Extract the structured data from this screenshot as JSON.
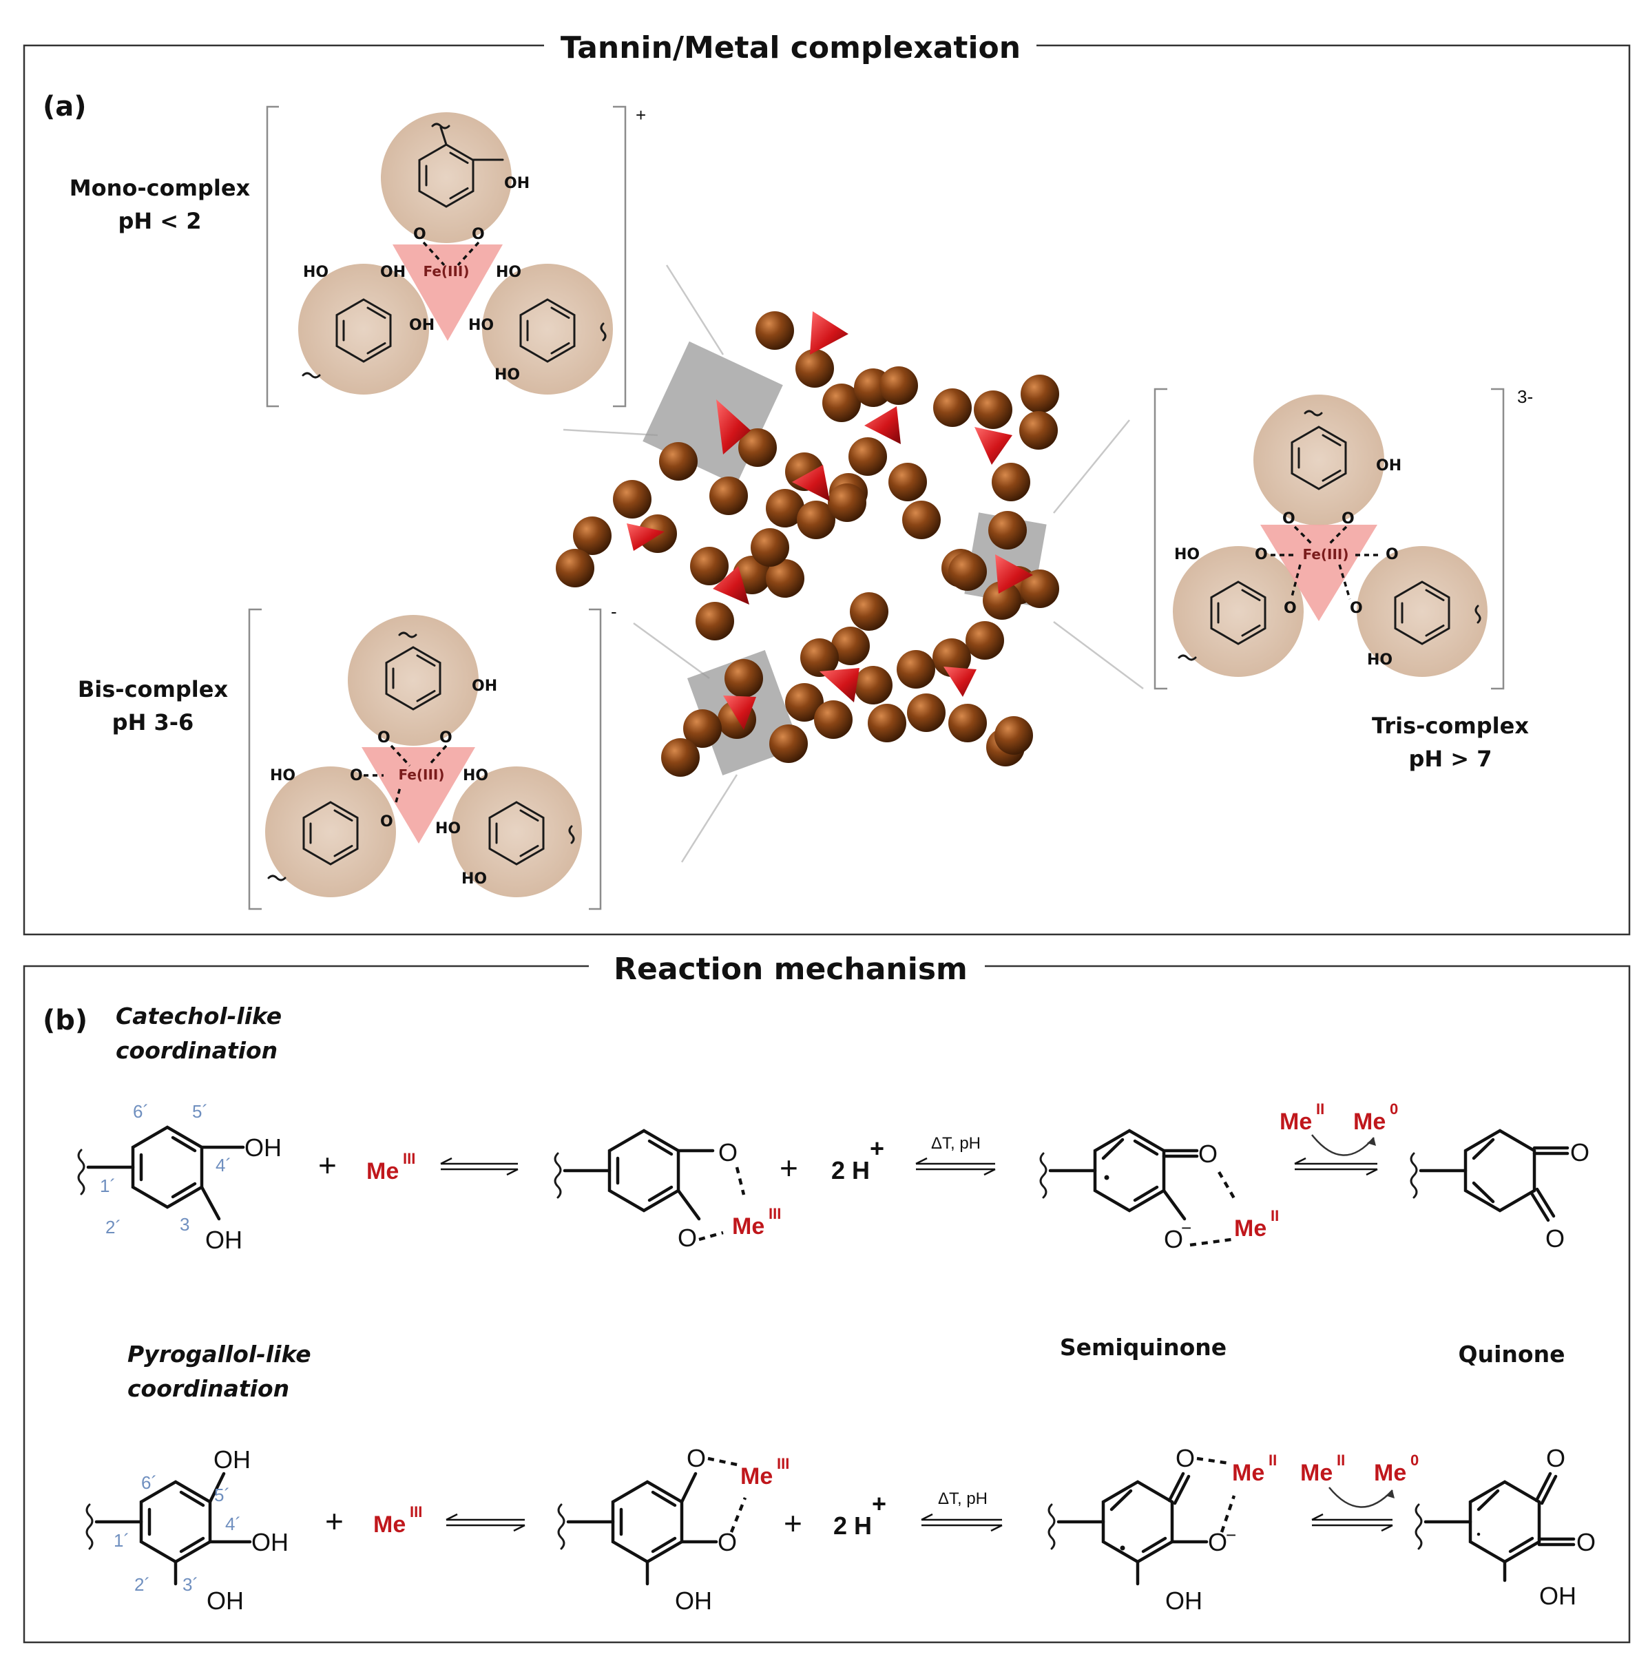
{
  "panel_a": {
    "title": "Tannin/Metal complexation",
    "tag": "(a)",
    "mono": {
      "name": "Mono-complex",
      "ph": "pH < 2",
      "charge": "+"
    },
    "bis": {
      "name": "Bis-complex",
      "ph": "pH 3-6",
      "charge": "-"
    },
    "tris": {
      "name": "Tris-complex",
      "ph": "pH > 7",
      "charge": "3-"
    },
    "metal": "Fe(III)",
    "atoms": {
      "oh": "OH",
      "ho": "HO",
      "o": "O"
    }
  },
  "panel_b": {
    "title": "Reaction mechanism",
    "tag": "(b)",
    "catechol": {
      "line1": "Catechol-like",
      "line2": "coordination"
    },
    "pyrogallol": {
      "line1": "Pyrogallol-like",
      "line2": "coordination"
    },
    "semiquinone": "Semiquinone",
    "quinone": "Quinone",
    "conditions": "ΔT, pH",
    "me": "Me",
    "ox_iii": "III",
    "ox_ii": "II",
    "ox_0": "0",
    "two_h": "2 H",
    "h_plus": "+",
    "plus": "+",
    "o_minus": "O",
    "minus": "−",
    "numbering": {
      "p6": "6´",
      "p5": "5´",
      "p4": "4´",
      "p3": "3",
      "p2": "2´",
      "p1": "1´",
      "p3b": "3´"
    }
  },
  "colors": {
    "network_bead": "#7a3b10",
    "metal_node": "#c8141b",
    "polyphenol_halo": "#dcc3ad",
    "metal_triangle": "#f4a9a6",
    "metal_text": "#c0171c"
  }
}
